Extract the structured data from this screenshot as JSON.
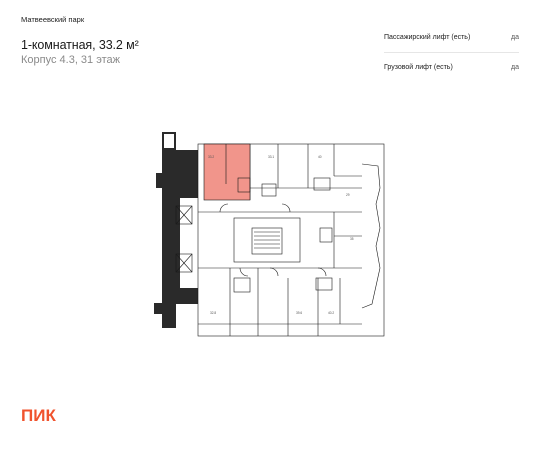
{
  "project": {
    "name": "Матвеевский парк"
  },
  "apartment": {
    "title": "1-комнатная, 33.2 м²",
    "subtitle": "Корпус 4.3, 31 этаж"
  },
  "features": [
    {
      "label": "Пассажирский лифт (есть)",
      "value": "да"
    },
    {
      "label": "Грузовой лифт (есть)",
      "value": "да"
    }
  ],
  "plan": {
    "highlight_color": "#f08a7e",
    "room_labels": [
      "33.2",
      "33.1",
      "40",
      "29",
      "35",
      "32.8",
      "39.6",
      "40.2"
    ]
  },
  "brand": {
    "logo_text": "ПИК",
    "color": "#f0532e"
  }
}
